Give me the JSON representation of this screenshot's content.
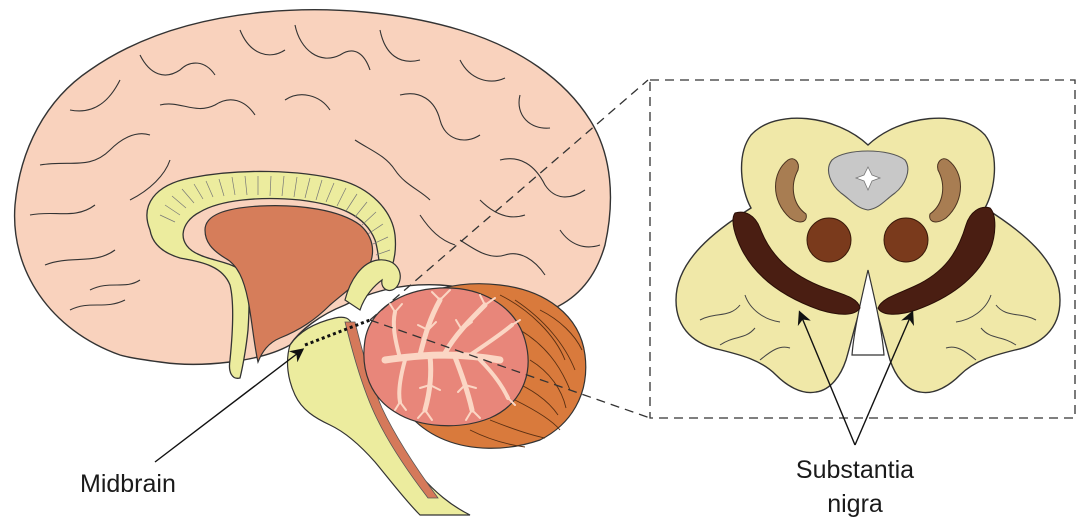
{
  "labels": {
    "midbrain": "Midbrain",
    "substantia_line1": "Substantia",
    "substantia_line2": "nigra"
  },
  "colors": {
    "cortex": "#f9d2bd",
    "corpus_callosum": "#ecec9e",
    "ventricle": "#d67d5a",
    "brainstem": "#ecec9e",
    "brainstem_stripe": "#d5795a",
    "cerebellum_outer": "#d97a3c",
    "cerebellum_inner": "#e8867a",
    "arbor_vitae": "#fbd6c4",
    "midbrain_section": "#f0e8a8",
    "aqueduct_gray": "#c8c8c8",
    "red_nucleus": "#7a3a1c",
    "substantia_nigra": "#4a1e12",
    "crescent": "#a87d52",
    "outline": "#333333"
  }
}
